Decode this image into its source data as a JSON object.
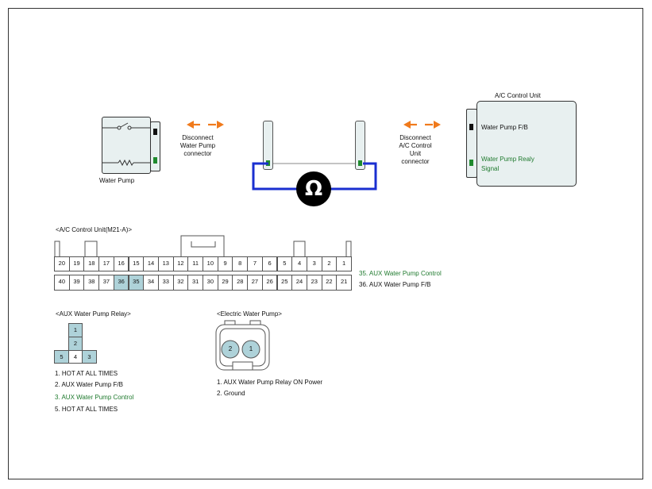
{
  "diagram": {
    "water_pump_label": "Water Pump",
    "disconnect_left": [
      "Disconnect",
      "Water Pump",
      "connector"
    ],
    "disconnect_right": [
      "Disconnect",
      "A/C Control",
      "Unit",
      "connector"
    ],
    "ac_unit_title": "A/C Control Unit",
    "ac_unit_pin1": "Water Pump F/B",
    "ac_unit_pin2_line1": "Water Pump Realy",
    "ac_unit_pin2_line2": "Signal",
    "ohm_symbol": "Ω",
    "colors": {
      "arrow": "#f07a1c",
      "wire": "#1a2fd0",
      "green_pin": "#1f8a2e",
      "highlight": "#aed2d9"
    }
  },
  "connector_m21": {
    "title": "<A/C Control Unit(M21-A)>",
    "top_row": [
      "20",
      "19",
      "18",
      "17",
      "16",
      "15",
      "14",
      "13",
      "12",
      "11",
      "10",
      "9",
      "8",
      "7",
      "6",
      "5",
      "4",
      "3",
      "2",
      "1"
    ],
    "bottom_row": [
      "40",
      "39",
      "38",
      "37",
      "36",
      "35",
      "34",
      "33",
      "32",
      "31",
      "30",
      "29",
      "28",
      "27",
      "26",
      "25",
      "24",
      "23",
      "22",
      "21"
    ],
    "highlighted_pins": [
      "36",
      "35"
    ],
    "legend": [
      {
        "text": "35. AUX Water Pump Control",
        "color": "green"
      },
      {
        "text": "36. AUX Water Pump F/B",
        "color": "black"
      }
    ]
  },
  "relay": {
    "title": "<AUX Water Pump Relay>",
    "pins": [
      "1",
      "2",
      "5",
      "4",
      "3"
    ],
    "legend": [
      {
        "text": "1. HOT AT ALL TIMES",
        "color": "black"
      },
      {
        "text": "2. AUX Water Pump F/B",
        "color": "black"
      },
      {
        "text": "3. AUX Water Pump Control",
        "color": "green"
      },
      {
        "text": "5. HOT AT ALL TIMES",
        "color": "black"
      }
    ]
  },
  "electric_pump": {
    "title": "<Electric Water Pump>",
    "pins": [
      "2",
      "1"
    ],
    "legend": [
      {
        "text": "1. AUX Water Pump Relay ON Power"
      },
      {
        "text": "2. Ground"
      }
    ]
  }
}
